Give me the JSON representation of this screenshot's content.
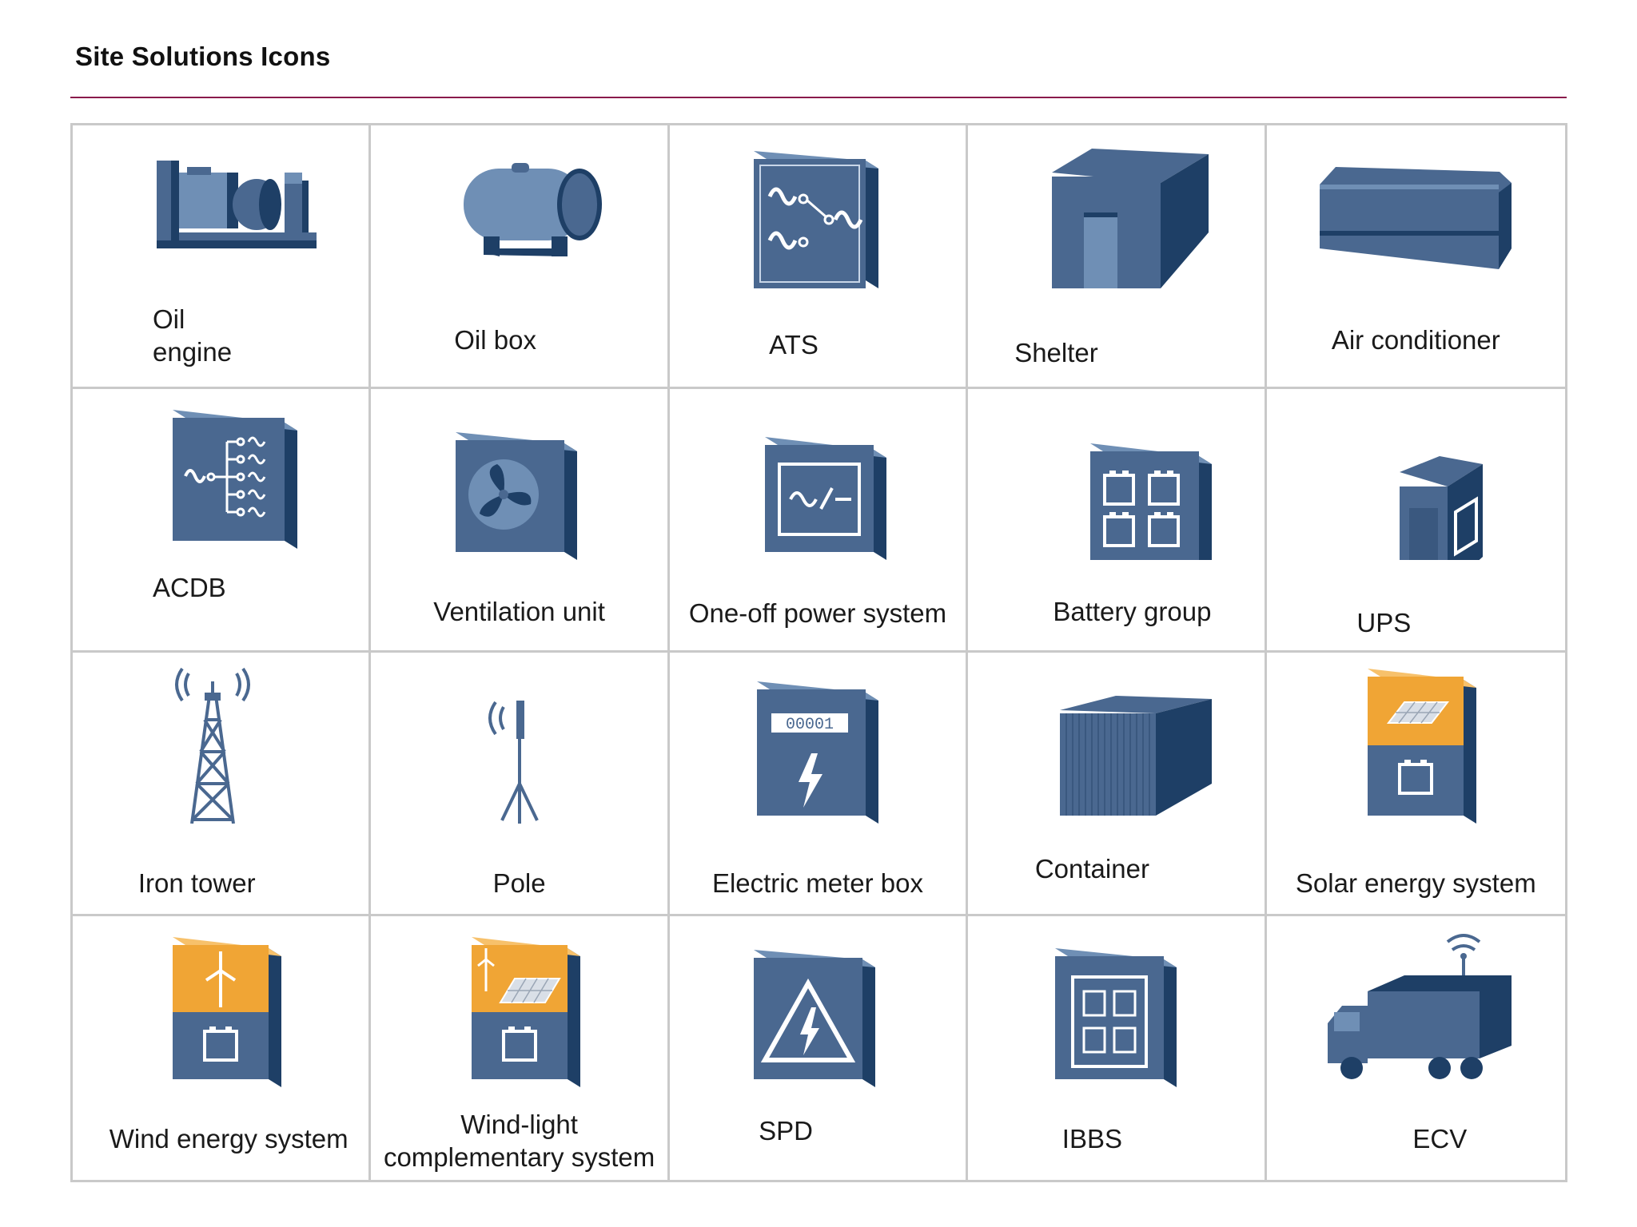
{
  "page": {
    "title": "Site Solutions Icons"
  },
  "colors": {
    "rule": "#8a1b4c",
    "icon_front": "#4a6890",
    "icon_side": "#1e3f66",
    "icon_light": "#6f8fb5",
    "accent_orange": "#f0a535",
    "grid_line": "#c9c9c9"
  },
  "icons": [
    {
      "label": "Oil\nengine",
      "icon": "oil-engine-icon"
    },
    {
      "label": "Oil box",
      "icon": "oil-box-icon"
    },
    {
      "label": "ATS",
      "icon": "ats-icon"
    },
    {
      "label": "Shelter",
      "icon": "shelter-icon"
    },
    {
      "label": "Air conditioner",
      "icon": "air-conditioner-icon"
    },
    {
      "label": "ACDB",
      "icon": "acdb-icon"
    },
    {
      "label": "Ventilation unit",
      "icon": "ventilation-unit-icon"
    },
    {
      "label": "One-off power system",
      "icon": "one-off-power-system-icon"
    },
    {
      "label": "Battery group",
      "icon": "battery-group-icon"
    },
    {
      "label": "UPS",
      "icon": "ups-icon"
    },
    {
      "label": "Iron tower",
      "icon": "iron-tower-icon"
    },
    {
      "label": "Pole",
      "icon": "pole-icon"
    },
    {
      "label": "Electric meter box",
      "icon": "electric-meter-box-icon",
      "meter_digits": "00001"
    },
    {
      "label": "Container",
      "icon": "container-icon"
    },
    {
      "label": "Solar energy system",
      "icon": "solar-energy-system-icon"
    },
    {
      "label": "Wind energy system",
      "icon": "wind-energy-system-icon"
    },
    {
      "label": "Wind-light complementary system",
      "icon": "wind-light-complementary-system-icon"
    },
    {
      "label": "SPD",
      "icon": "spd-icon"
    },
    {
      "label": "IBBS",
      "icon": "ibbs-icon"
    },
    {
      "label": "ECV",
      "icon": "ecv-icon"
    }
  ]
}
